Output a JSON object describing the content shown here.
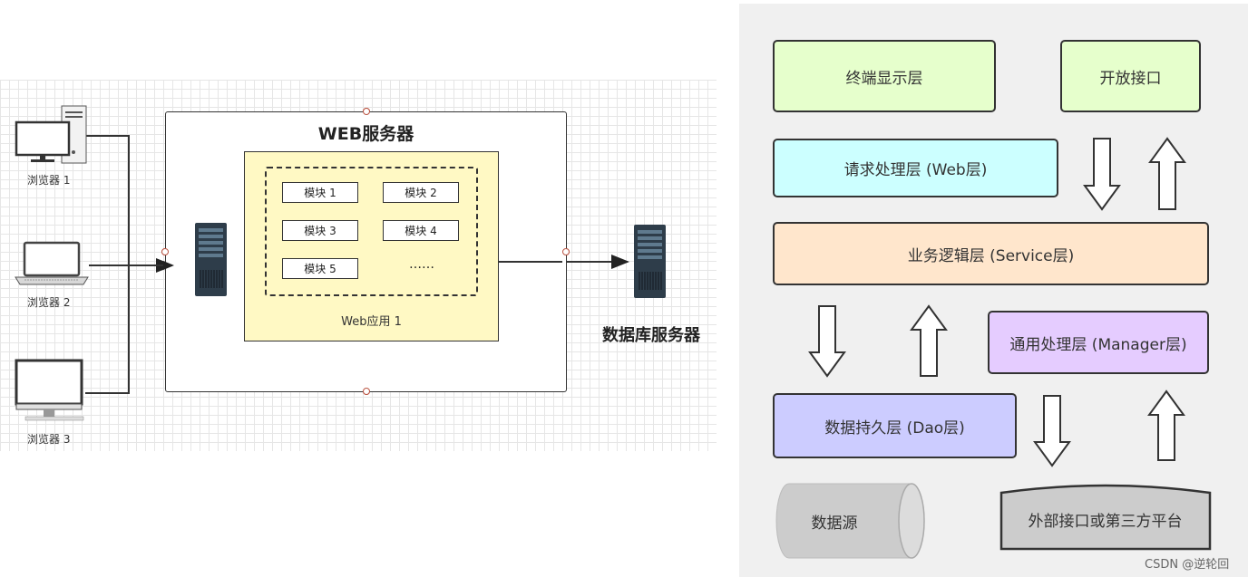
{
  "left_diagram": {
    "browsers": [
      "浏览器 1",
      "浏览器 2",
      "浏览器 3"
    ],
    "web_server_title": "WEB服务器",
    "modules": [
      "模块 1",
      "模块 2",
      "模块 3",
      "模块 4",
      "模块 5"
    ],
    "modules_more": "……",
    "web_app_label": "Web应用 1",
    "db_server_label": "数据库服务器"
  },
  "right_diagram": {
    "layers": {
      "terminal": "终端显示层",
      "open_api": "开放接口",
      "web": "请求处理层 (Web层)",
      "service": "业务逻辑层 (Service层)",
      "manager": "通用处理层 (Manager层)",
      "dao": "数据持久层 (Dao层)"
    },
    "data_source": "数据源",
    "external": "外部接口或第三方平台",
    "colors": {
      "terminal": "#e6ffcc",
      "web": "#ccffff",
      "service": "#ffe6cc",
      "manager": "#e5ccff",
      "dao": "#ccccff",
      "storage": "#cccccc"
    }
  },
  "watermark": "CSDN @逆轮回"
}
